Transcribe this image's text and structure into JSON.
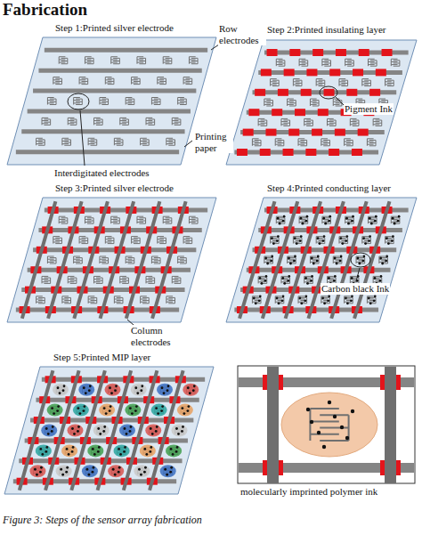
{
  "diagram": {
    "title": "Fabrication",
    "caption": "Figure 3: Steps of the sensor array fabrication",
    "nodes": [
      {
        "text": [
          "Step 1:Printed silver electrode"
        ]
      },
      {
        "text": [
          "Step 2:Printed insulating layer"
        ]
      },
      {
        "text": [
          "Step 3:Printed silver electrode"
        ]
      },
      {
        "text": [
          "Step 4:Printed conducting layer"
        ]
      },
      {
        "text": [
          "Step 5:Printed MIP layer"
        ]
      },
      {
        "text": [
          "molecularly imprinted polymer ink"
        ]
      }
    ],
    "labels": [
      "Row electrodes",
      "Printing paper",
      "Interdigitated electrodes",
      "Pigment Ink",
      "Column electrodes",
      "Carbon black Ink"
    ]
  }
}
